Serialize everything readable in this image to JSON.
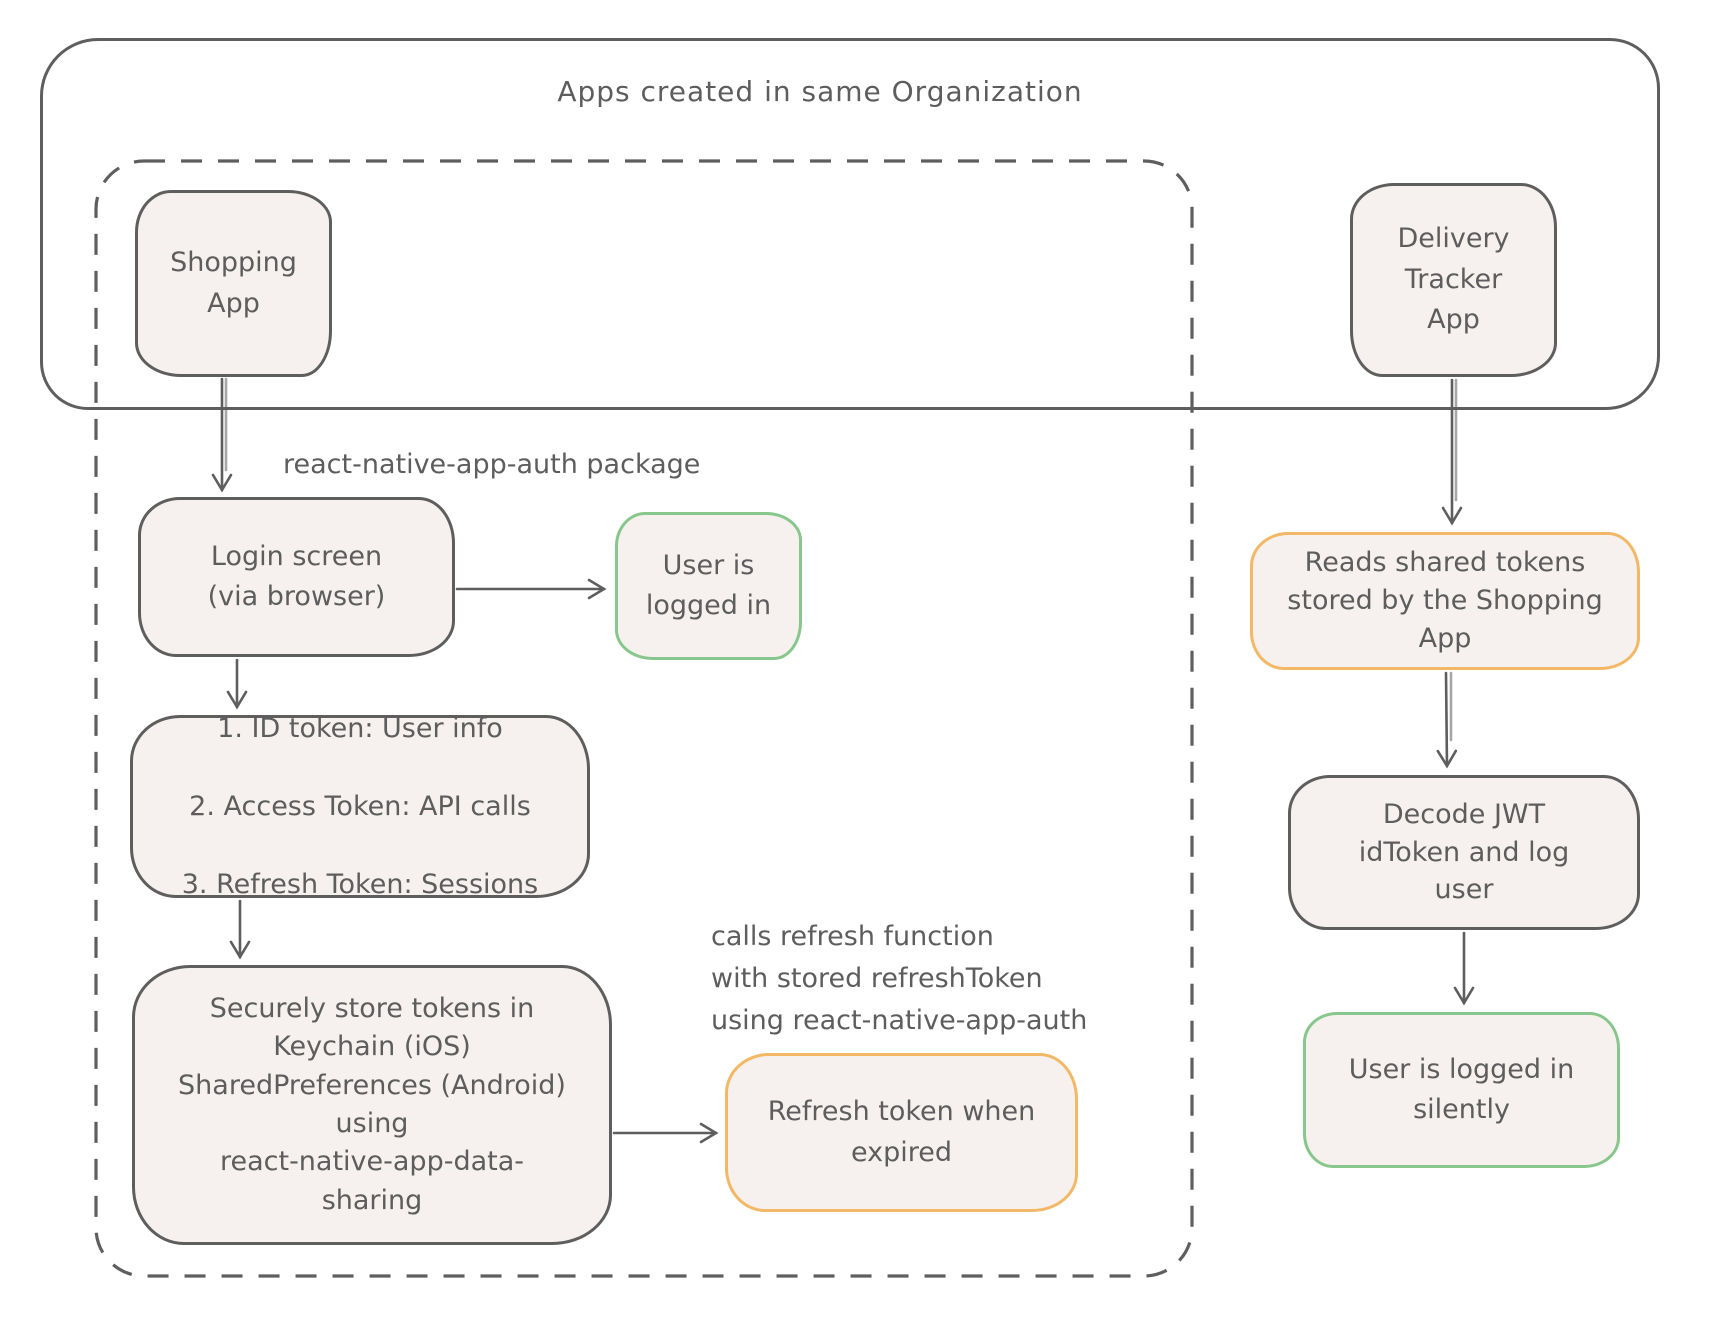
{
  "diagram": {
    "title": "Apps created in same Organization",
    "nodes": {
      "shopping_app": {
        "label": "Shopping\nApp"
      },
      "delivery_app": {
        "label": "Delivery\nTracker\nApp"
      },
      "login": {
        "label": "Login screen\n(via browser)"
      },
      "logged_in": {
        "label": "User is\nlogged in",
        "accent": "#87c78b"
      },
      "tokens": {
        "items": [
          "1. ID token: User info",
          "2. Access Token: API calls",
          "3. Refresh Token: Sessions"
        ]
      },
      "store": {
        "label": "Securely store tokens in\nKeychain (iOS)\nSharedPreferences (Android)\nusing\nreact-native-app-data-\nsharing"
      },
      "refresh": {
        "label": "Refresh token when\nexpired",
        "accent": "#f2b866"
      },
      "reads": {
        "label": "Reads shared tokens\nstored by the Shopping\nApp",
        "accent": "#f2b866"
      },
      "decode": {
        "label": "Decode JWT\nidToken and log\nuser"
      },
      "silent": {
        "label": "User is logged in\nsilently",
        "accent": "#87c78b"
      }
    },
    "annotations": {
      "package_label": "react-native-app-auth package",
      "refresh_note": "calls refresh function\nwith stored refreshToken\nusing react-native-app-auth"
    },
    "colors": {
      "stroke": "#5e5e5e",
      "text": "#5d5d5d",
      "node_fill": "#f6f1ef",
      "green_accent": "#87c78b",
      "orange_accent": "#f2b866"
    }
  }
}
